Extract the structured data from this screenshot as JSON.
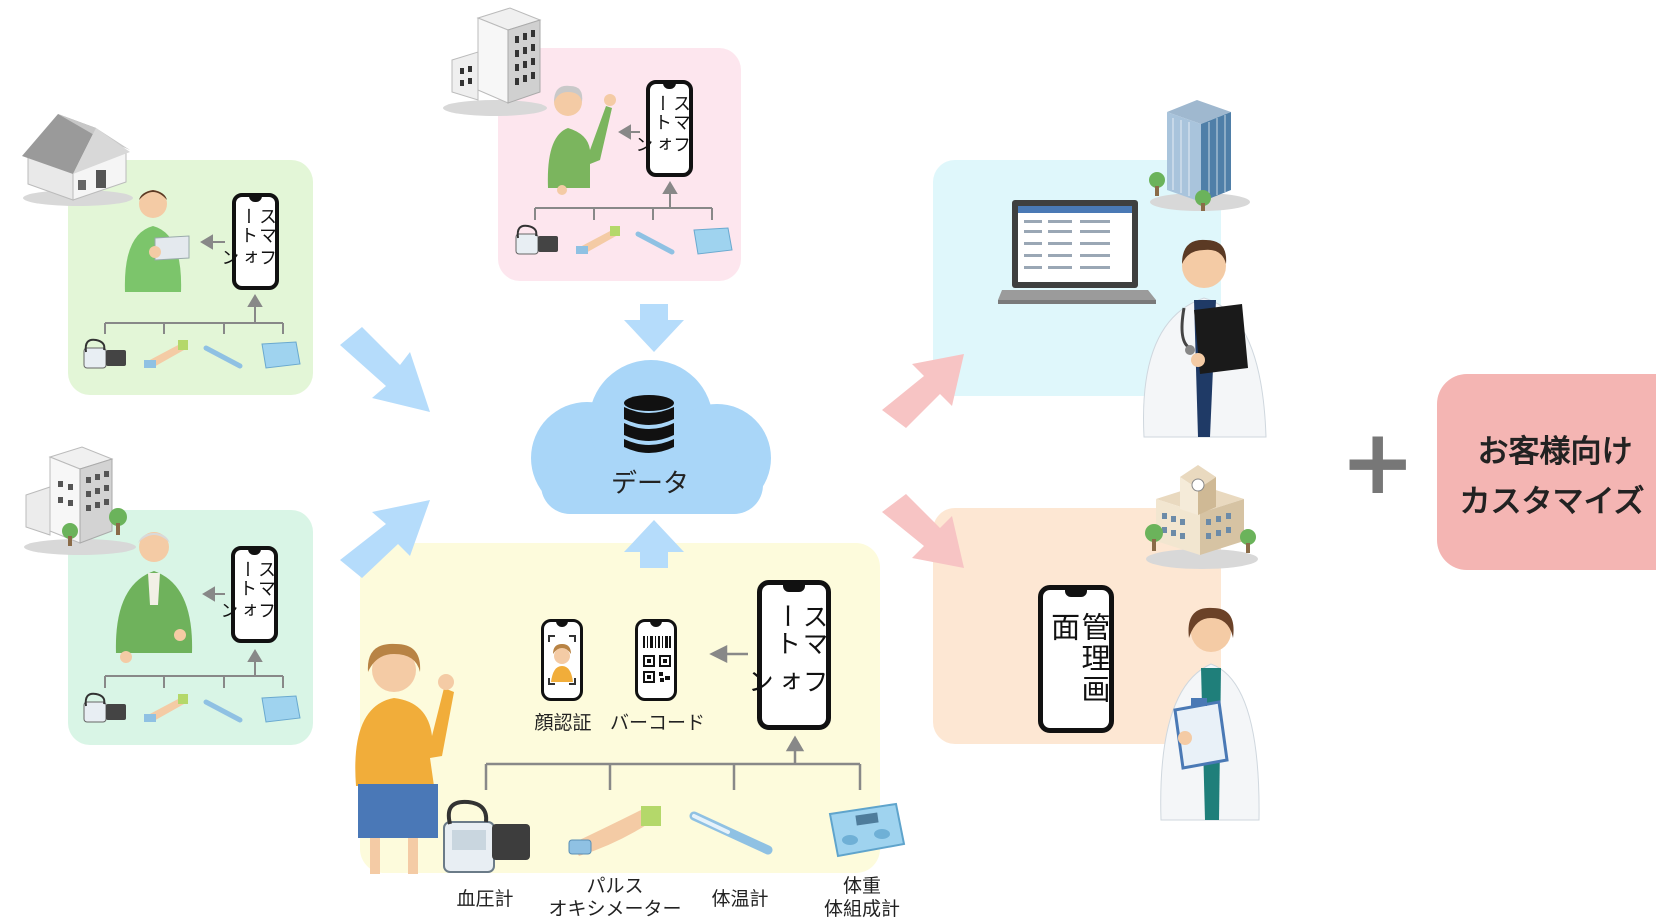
{
  "colors": {
    "green_panel": "#e3f6d7",
    "pink_panel": "#fde6ee",
    "mint_panel": "#d9f5e6",
    "yellow_panel": "#fdfbdc",
    "cyan_panel": "#dff7fb",
    "peach_panel": "#fde7d3",
    "cloud": "#a9d6f8",
    "blue_arrow": "#b5dcfb",
    "pink_arrow": "#f7c4c4",
    "custom_box": "#f4b5b3"
  },
  "smartphone_label": "スマートフォン",
  "smartphone_lines": [
    "スマート",
    "フォン"
  ],
  "cloud_label": "データ",
  "admin_screen_label": "管理画面",
  "face_auth_label": "顔認証",
  "barcode_label": "バーコード",
  "devices": {
    "blood_pressure": "血圧計",
    "pulse_oximeter_line1": "パルス",
    "pulse_oximeter_line2": "オキシメーター",
    "thermometer": "体温計",
    "body_composition_line1": "体重",
    "body_composition_line2": "体組成計"
  },
  "plus_symbol": "+",
  "custom_box": {
    "line1": "お客様向け",
    "line2": "カスタマイズ"
  },
  "icons": [
    "house-icon",
    "office-building-icon",
    "nursing-home-icon",
    "hospital-tower-icon",
    "school-icon",
    "database-icon"
  ]
}
